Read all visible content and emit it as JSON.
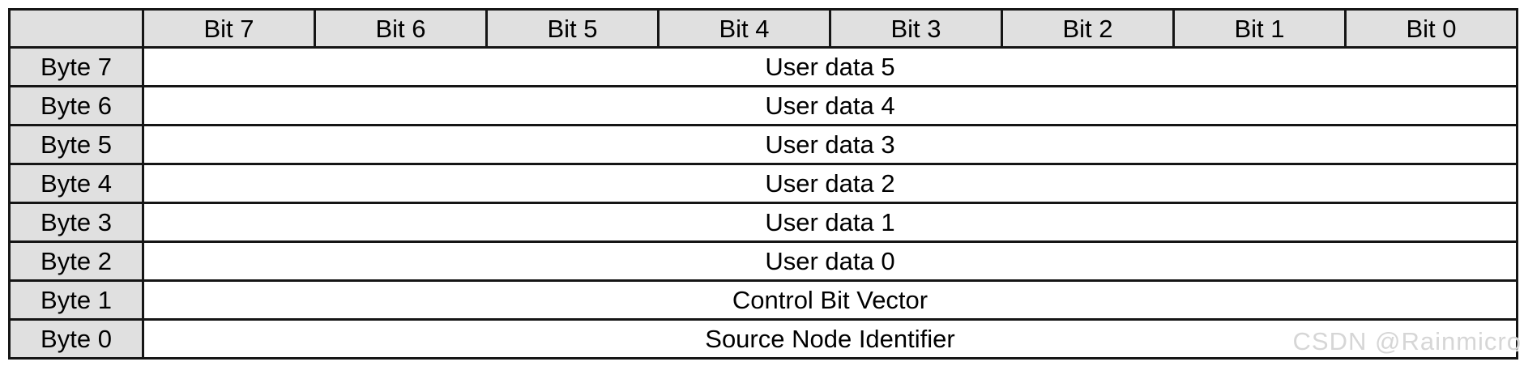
{
  "table": {
    "corner_label": "",
    "bit_headers": [
      "Bit 7",
      "Bit 6",
      "Bit 5",
      "Bit 4",
      "Bit 3",
      "Bit 2",
      "Bit 1",
      "Bit 0"
    ],
    "rows": [
      {
        "byte": "Byte 7",
        "value": "User data 5"
      },
      {
        "byte": "Byte 6",
        "value": "User data 4"
      },
      {
        "byte": "Byte 5",
        "value": "User data 3"
      },
      {
        "byte": "Byte 4",
        "value": "User data 2"
      },
      {
        "byte": "Byte 3",
        "value": "User data 1"
      },
      {
        "byte": "Byte 2",
        "value": "User data 0"
      },
      {
        "byte": "Byte 1",
        "value": "Control Bit Vector"
      },
      {
        "byte": "Byte 0",
        "value": "Source Node Identifier"
      }
    ]
  },
  "watermark": {
    "text": "CSDN @Rainmicro"
  },
  "colors": {
    "cell_shaded_bg": "#e0e0e0",
    "border": "#151515",
    "watermark_text": "#d6d6d6",
    "background": "#ffffff",
    "text": "#000000"
  }
}
